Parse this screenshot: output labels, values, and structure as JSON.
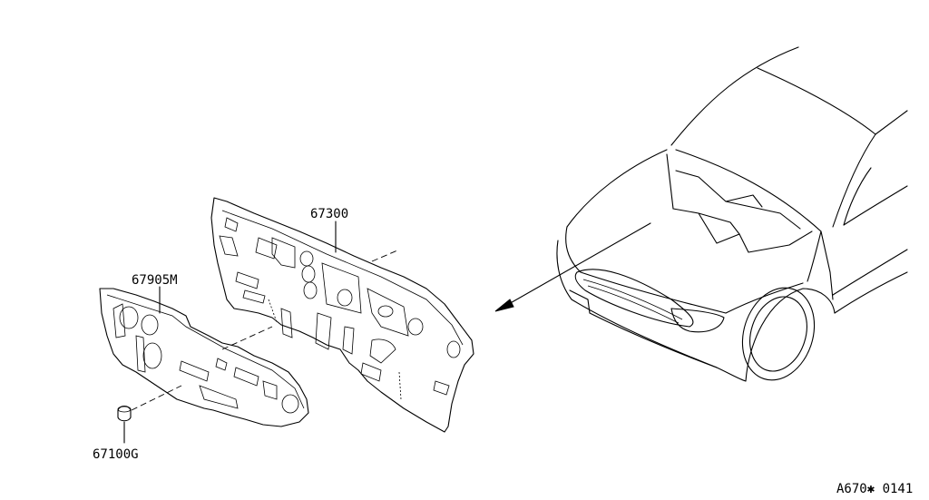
{
  "parts": {
    "dash_panel": "67300",
    "insulator": "67905M",
    "clip": "67100G"
  },
  "diagram_code": "A670✱ 0141"
}
